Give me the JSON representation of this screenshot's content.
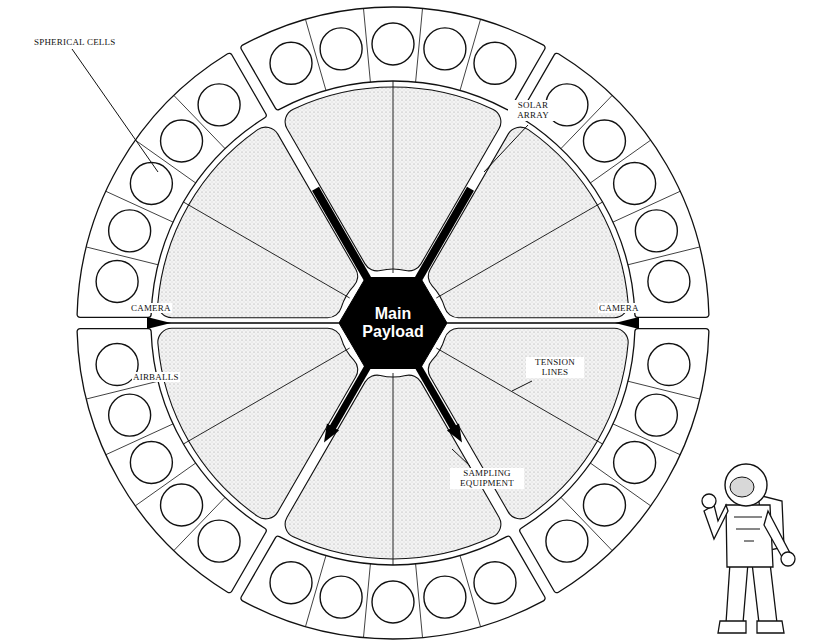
{
  "diagram": {
    "nodes": [
      {
        "text": [
          "Main Payload"
        ]
      }
    ],
    "labels": [
      "SPHERICAL CELLS",
      "SOLAR ARRAY",
      "CAMERA",
      "CAMERA",
      "AIRBALLS",
      "TENSION LINES",
      "SAMPLING EQUIPMENT"
    ]
  }
}
